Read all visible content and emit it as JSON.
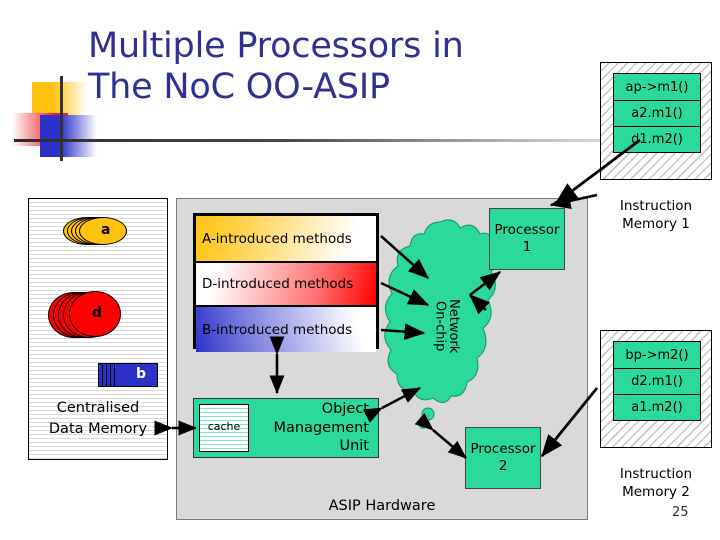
{
  "slide": {
    "title_line1": "Multiple Processors in",
    "title_line2": "The No C OO-ASIP",
    "page_number": "25"
  },
  "title": {
    "line1": "Multiple Processors in",
    "line2": "The NoC OO-ASIP",
    "color": "#2e3192"
  },
  "data_memory": {
    "label_line1": "Centralised",
    "label_line2": "Data Memory",
    "objects": [
      {
        "name": "a",
        "shape": "stacked-ellipse",
        "color": "#FFC20E"
      },
      {
        "name": "d",
        "shape": "stacked-circle",
        "color": "#FF0000"
      },
      {
        "name": "b",
        "shape": "stacked-rectangle",
        "color": "#2E31C8"
      }
    ]
  },
  "asip": {
    "label": "ASIP Hardware",
    "background": "#d9d9d9",
    "methods": [
      {
        "label": "A-introduced methods",
        "color": "#FFC20E"
      },
      {
        "label": "D-introduced methods",
        "color": "#FF0000"
      },
      {
        "label": "B-introduced methods",
        "color": "#2E31C8"
      }
    ],
    "omu": {
      "line1": "Object",
      "line2": "Management",
      "line3": "Unit",
      "cache_label": "cache",
      "color": "#2BD99A"
    },
    "network": {
      "line1": "On-chip",
      "line2": "Network",
      "color": "#2BD99A"
    },
    "processors": [
      {
        "line1": "Processor",
        "line2": "1",
        "color": "#2BD99A"
      },
      {
        "line1": "Processor",
        "line2": "2",
        "color": "#2BD99A"
      }
    ]
  },
  "instruction_memories": [
    {
      "label_line1": "Instruction",
      "label_line2": "Memory 1",
      "instructions": [
        "ap->m1()",
        "a2.m1()",
        "d1.m2()"
      ]
    },
    {
      "label_line1": "Instruction",
      "label_line2": "Memory 2",
      "instructions": [
        "bp->m2()",
        "d2.m1()",
        "a1.m2()"
      ]
    }
  ]
}
